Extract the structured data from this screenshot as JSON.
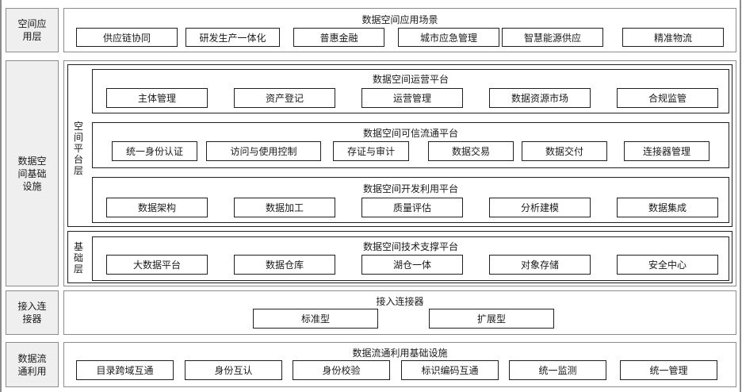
{
  "app_layer": {
    "label": "空间应\n用层",
    "title": "数据空间应用场景",
    "items": [
      "供应链协同",
      "研发生产一体化",
      "普惠金融",
      "城市应急管理",
      "智慧能源供应",
      "精准物流"
    ]
  },
  "infra_layer": {
    "label": "数据空\n间基础\n设施",
    "platform_label": "空间平台层",
    "base_label": "基础层",
    "operation": {
      "title": "数据空间运营平台",
      "items": [
        "主体管理",
        "资产登记",
        "运营管理",
        "数据资源市场",
        "合规监管"
      ]
    },
    "trusted": {
      "title": "数据空间可信流通平台",
      "items": [
        "统一身份认证",
        "访问与使用控制",
        "存证与审计",
        "数据交易",
        "数据交付",
        "连接器管理"
      ]
    },
    "development": {
      "title": "数据空间开发利用平台",
      "items": [
        "数据架构",
        "数据加工",
        "质量评估",
        "分析建模",
        "数据集成"
      ]
    },
    "tech": {
      "title": "数据空间技术支撑平台",
      "items": [
        "大数据平台",
        "数据仓库",
        "湖仓一体",
        "对象存储",
        "安全中心"
      ]
    }
  },
  "access_layer": {
    "label": "接入连\n接器",
    "title": "接入连接器",
    "items": [
      "标准型",
      "扩展型"
    ]
  },
  "circulation_layer": {
    "label": "数据流\n通利用",
    "title": "数据流通利用基础设施",
    "items": [
      "目录跨域互通",
      "身份互认",
      "身份校验",
      "标识编码互通",
      "统一监测",
      "统一管理"
    ]
  }
}
